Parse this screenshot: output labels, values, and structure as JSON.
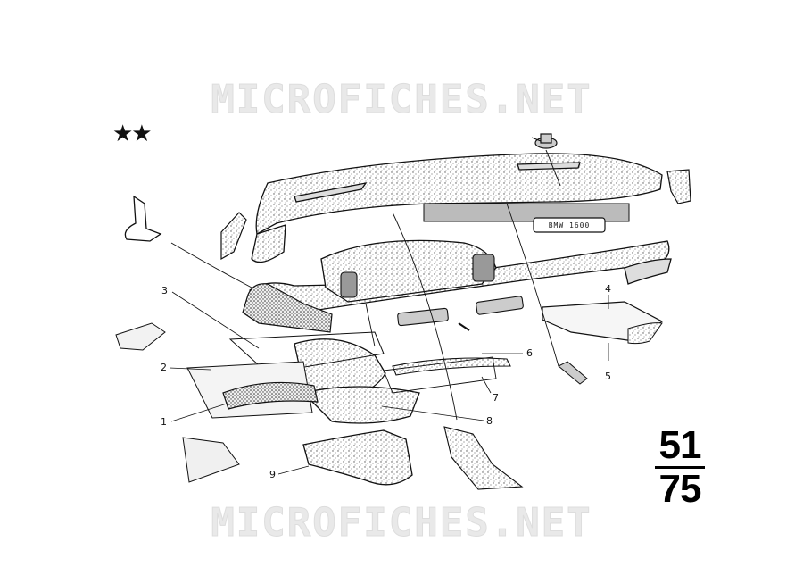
{
  "watermark": {
    "top": "MICROFICHES.NET",
    "bottom": "MICROFICHES.NET"
  },
  "header": {
    "marks": "★★"
  },
  "nameplate": {
    "text": "BMW 1600"
  },
  "callouts": [
    {
      "id": "c1",
      "label": "1"
    },
    {
      "id": "c2",
      "label": "2"
    },
    {
      "id": "c3",
      "label": "3"
    },
    {
      "id": "c4",
      "label": "4"
    },
    {
      "id": "c5",
      "label": "5"
    },
    {
      "id": "c6",
      "label": "6"
    },
    {
      "id": "c7",
      "label": "7"
    },
    {
      "id": "c8",
      "label": "8"
    },
    {
      "id": "c9",
      "label": "9"
    }
  ],
  "group_number": {
    "top": "51",
    "bottom": "75"
  }
}
